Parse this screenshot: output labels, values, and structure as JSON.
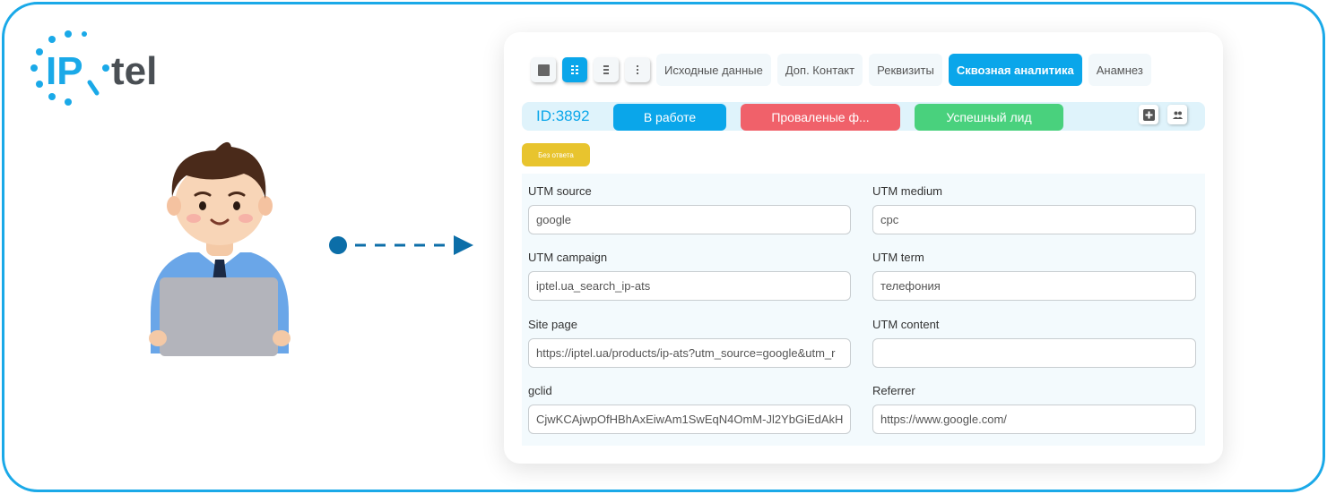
{
  "brand": {
    "logo_text_ip": "IP",
    "logo_text_tel": "tel",
    "accent": "#1aa9e8"
  },
  "tabs": [
    {
      "label": "Исходные данные",
      "active": false
    },
    {
      "label": "Доп. Контакт",
      "active": false
    },
    {
      "label": "Реквизиты",
      "active": false
    },
    {
      "label": "Сквозная аналитика",
      "active": true
    },
    {
      "label": "Анамнез",
      "active": false
    }
  ],
  "view_buttons": [
    "square-view-icon",
    "grid-view-icon",
    "list-view-icon",
    "compact-list-icon"
  ],
  "status": {
    "lead_id": "ID:3892",
    "stages": [
      "В работе",
      "Проваленые ф...",
      "Успешный лид"
    ],
    "badge": "Без ответа"
  },
  "form": {
    "utm_source": {
      "label": "UTM source",
      "value": "google"
    },
    "utm_medium": {
      "label": "UTM medium",
      "value": "cpc"
    },
    "utm_campaign": {
      "label": "UTM campaign",
      "value": "iptel.ua_search_ip-ats"
    },
    "utm_term": {
      "label": "UTM term",
      "value": "телефония"
    },
    "site_page": {
      "label": "Site page",
      "value": "https://iptel.ua/products/ip-ats?utm_source=google&utm_r"
    },
    "utm_content": {
      "label": "UTM content",
      "value": ""
    },
    "gclid": {
      "label": "gclid",
      "value": "CjwKCAjwpOfHBhAxEiwAm1SwEqN4OmM-Jl2YbGiEdAkH"
    },
    "referrer": {
      "label": "Referrer",
      "value": "https://www.google.com/"
    }
  },
  "colors": {
    "primary": "#0aa6ea",
    "danger": "#f0616a",
    "success": "#49d17d",
    "warning": "#e8c42e"
  }
}
